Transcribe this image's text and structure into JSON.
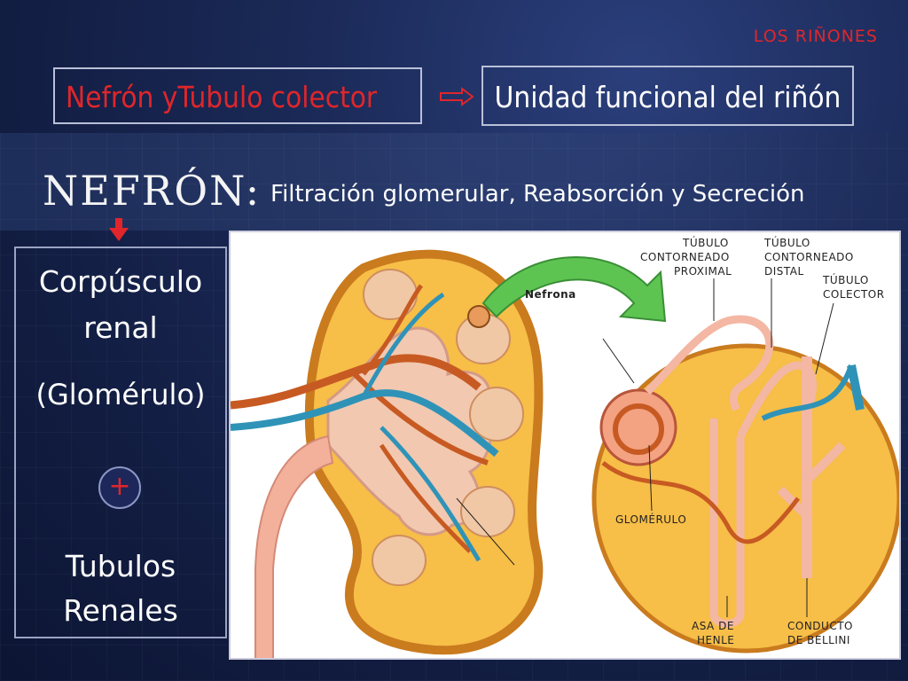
{
  "header": {
    "topic": "LOS RIÑONES"
  },
  "definition": {
    "left_box": "Nefrón yTubulo colector",
    "right_box": "Unidad funcional del riñón"
  },
  "heading": {
    "title": "NEFRÓN:",
    "subtitle": "Filtración glomerular, Reabsorción y Secreción"
  },
  "components": {
    "first": [
      "Corpúsculo",
      "renal"
    ],
    "first_paren": "(Glomérulo)",
    "plus": "+",
    "second": [
      "Tubulos",
      "Renales"
    ]
  },
  "figure": {
    "labels": {
      "nefrona": "Nefrona",
      "tubulo_proximal": [
        "TÚBULO",
        "CONTORNEADO",
        "PROXIMAL"
      ],
      "tubulo_distal": [
        "TÚBULO",
        "CONTORNEADO",
        "DISTAL"
      ],
      "tubulo_colector": [
        "TÚBULO",
        "COLECTOR"
      ],
      "glomerulo": "GLOMÉRULO",
      "asa_henle": [
        "ASA DE",
        "HENLE"
      ],
      "conducto_bellini": [
        "CONDUCTO",
        "DE BELLINI"
      ]
    },
    "colors": {
      "kidney_fill": "#f7be48",
      "kidney_rim": "#c97b1e",
      "pelvis": "#f2c8b0",
      "artery": "#c75a22",
      "vein": "#2f93b8",
      "arrow": "#5dc452",
      "tubule": "#f3b7a4"
    }
  }
}
